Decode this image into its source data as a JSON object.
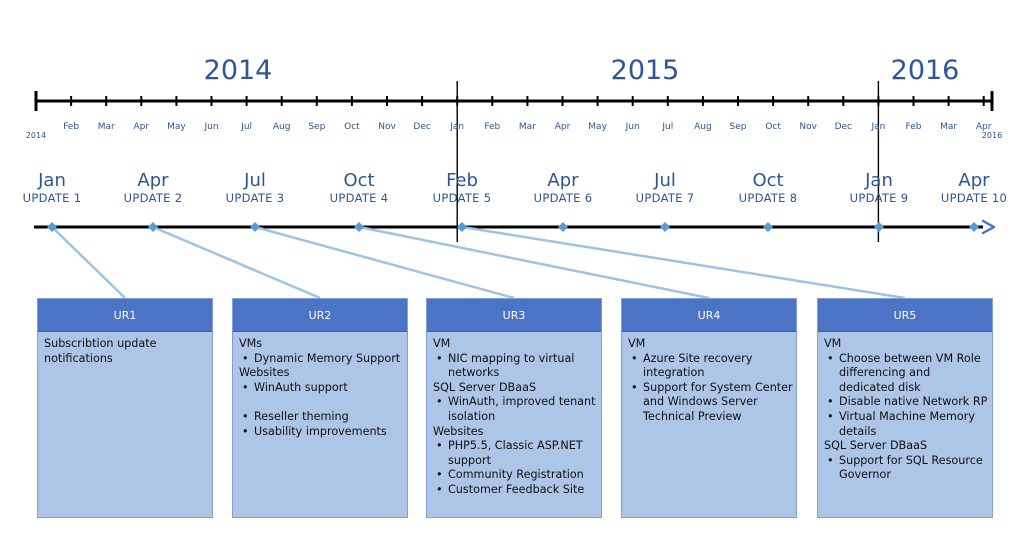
{
  "top_timeline": {
    "years": [
      "2014",
      "2015",
      "2016"
    ],
    "start_label": "2014",
    "end_label": "2016",
    "month_labels": [
      "Feb",
      "Mar",
      "Apr",
      "May",
      "Jun",
      "Jul",
      "Aug",
      "Sep",
      "Oct",
      "Nov",
      "Dec",
      "Jan",
      "Feb",
      "Mar",
      "Apr",
      "May",
      "Jun",
      "Jul",
      "Aug",
      "Sep",
      "Oct",
      "Nov",
      "Dec",
      "Jan",
      "Feb",
      "Mar",
      "Apr"
    ]
  },
  "milestones": [
    {
      "month": "Jan",
      "update": "UPDATE 1"
    },
    {
      "month": "Apr",
      "update": "UPDATE 2"
    },
    {
      "month": "Jul",
      "update": "UPDATE 3"
    },
    {
      "month": "Oct",
      "update": "UPDATE 4"
    },
    {
      "month": "Feb",
      "update": "UPDATE 5"
    },
    {
      "month": "Apr",
      "update": "UPDATE 6"
    },
    {
      "month": "Jul",
      "update": "UPDATE 7"
    },
    {
      "month": "Oct",
      "update": "UPDATE 8"
    },
    {
      "month": "Jan",
      "update": "UPDATE 9"
    },
    {
      "month": "Apr",
      "update": "UPDATE 10"
    }
  ],
  "cards": [
    {
      "title": "UR1",
      "lines": [
        {
          "kind": "text",
          "text": "Subscribtion update"
        },
        {
          "kind": "text",
          "text": "notifications"
        }
      ]
    },
    {
      "title": "UR2",
      "lines": [
        {
          "kind": "text",
          "text": "VMs"
        },
        {
          "kind": "bullet",
          "text": "Dynamic Memory Support"
        },
        {
          "kind": "text",
          "text": "Websites"
        },
        {
          "kind": "bullet",
          "text": "WinAuth support"
        },
        {
          "kind": "blank",
          "text": ""
        },
        {
          "kind": "bullet",
          "text": "Reseller theming"
        },
        {
          "kind": "bullet",
          "text": "Usability improvements"
        }
      ]
    },
    {
      "title": "UR3",
      "lines": [
        {
          "kind": "text",
          "text": "VM"
        },
        {
          "kind": "bullet",
          "text": "NIC mapping to virtual"
        },
        {
          "kind": "cont",
          "text": "networks"
        },
        {
          "kind": "text",
          "text": "SQL Server DBaaS"
        },
        {
          "kind": "bullet",
          "text": "WinAuth, improved tenant"
        },
        {
          "kind": "cont",
          "text": "isolation"
        },
        {
          "kind": "text",
          "text": "Websites"
        },
        {
          "kind": "bullet",
          "text": "PHP5.5, Classic ASP.NET"
        },
        {
          "kind": "cont",
          "text": "support"
        },
        {
          "kind": "bullet",
          "text": "Community Registration"
        },
        {
          "kind": "bullet",
          "text": "Customer Feedback Site"
        }
      ]
    },
    {
      "title": "UR4",
      "lines": [
        {
          "kind": "text",
          "text": "VM"
        },
        {
          "kind": "bullet",
          "text": "Azure Site recovery"
        },
        {
          "kind": "cont",
          "text": "integration"
        },
        {
          "kind": "bullet",
          "text": "Support for System Center"
        },
        {
          "kind": "cont",
          "text": "and Windows Server"
        },
        {
          "kind": "cont",
          "text": "Technical Preview"
        }
      ]
    },
    {
      "title": "UR5",
      "lines": [
        {
          "kind": "text",
          "text": "VM"
        },
        {
          "kind": "bullet",
          "text": "Choose between VM Role"
        },
        {
          "kind": "cont",
          "text": "differencing and"
        },
        {
          "kind": "cont",
          "text": "dedicated disk"
        },
        {
          "kind": "bullet",
          "text": "Disable native Network RP"
        },
        {
          "kind": "bullet",
          "text": " Virtual Machine Memory"
        },
        {
          "kind": "cont",
          "text": "details"
        },
        {
          "kind": "text",
          "text": "SQL Server DBaaS"
        },
        {
          "kind": "bullet",
          "text": "Support for SQL Resource"
        },
        {
          "kind": "cont",
          "text": "Governor"
        }
      ]
    }
  ],
  "colors": {
    "accent_text": "#2e5597",
    "card_fill": "#adc5e7",
    "card_header": "#4b74c6",
    "diamond": "#5b9bd5",
    "connector": "#9dc3e6",
    "axis": "#000000",
    "arrow": "#4472c4"
  }
}
